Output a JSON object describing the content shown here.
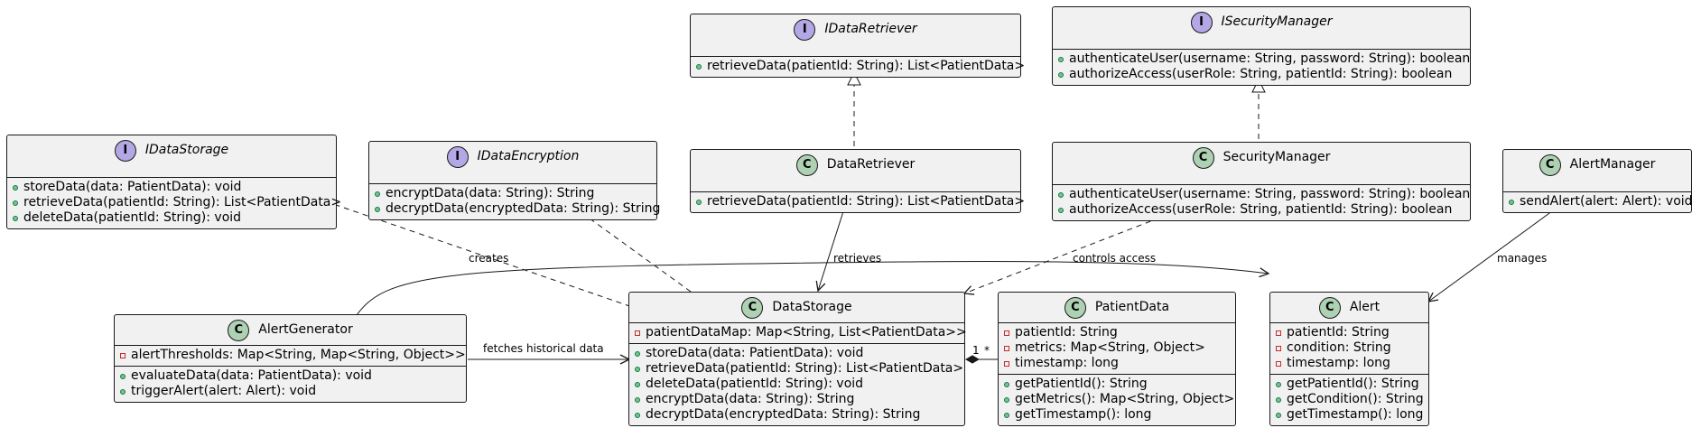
{
  "classes": {
    "IDataRetriever": {
      "name": "IDataRetriever",
      "stereotype": "I",
      "attributes": [],
      "methods": [
        {
          "vis": "public",
          "text": "retrieveData(patientId: String): List<PatientData>"
        }
      ]
    },
    "ISecurityManager": {
      "name": "ISecurityManager",
      "stereotype": "I",
      "attributes": [],
      "methods": [
        {
          "vis": "public",
          "text": "authenticateUser(username: String, password: String): boolean"
        },
        {
          "vis": "public",
          "text": "authorizeAccess(userRole: String, patientId: String): boolean"
        }
      ]
    },
    "IDataStorage": {
      "name": "IDataStorage",
      "stereotype": "I",
      "attributes": [],
      "methods": [
        {
          "vis": "public",
          "text": "storeData(data: PatientData): void"
        },
        {
          "vis": "public",
          "text": "retrieveData(patientId: String): List<PatientData>"
        },
        {
          "vis": "public",
          "text": "deleteData(patientId: String): void"
        }
      ]
    },
    "IDataEncryption": {
      "name": "IDataEncryption",
      "stereotype": "I",
      "attributes": [],
      "methods": [
        {
          "vis": "public",
          "text": "encryptData(data: String): String"
        },
        {
          "vis": "public",
          "text": "decryptData(encryptedData: String): String"
        }
      ]
    },
    "DataRetriever": {
      "name": "DataRetriever",
      "stereotype": "C",
      "attributes": [],
      "methods": [
        {
          "vis": "public",
          "text": "retrieveData(patientId: String): List<PatientData>"
        }
      ]
    },
    "SecurityManager": {
      "name": "SecurityManager",
      "stereotype": "C",
      "attributes": [],
      "methods": [
        {
          "vis": "public",
          "text": "authenticateUser(username: String, password: String): boolean"
        },
        {
          "vis": "public",
          "text": "authorizeAccess(userRole: String, patientId: String): boolean"
        }
      ]
    },
    "AlertManager": {
      "name": "AlertManager",
      "stereotype": "C",
      "attributes": [],
      "methods": [
        {
          "vis": "public",
          "text": "sendAlert(alert: Alert): void"
        }
      ]
    },
    "AlertGenerator": {
      "name": "AlertGenerator",
      "stereotype": "C",
      "attributes": [
        {
          "vis": "private",
          "text": "alertThresholds: Map<String, Map<String, Object>>"
        }
      ],
      "methods": [
        {
          "vis": "public",
          "text": "evaluateData(data: PatientData): void"
        },
        {
          "vis": "public",
          "text": "triggerAlert(alert: Alert): void"
        }
      ]
    },
    "DataStorage": {
      "name": "DataStorage",
      "stereotype": "C",
      "attributes": [
        {
          "vis": "private",
          "text": "patientDataMap: Map<String, List<PatientData>>"
        }
      ],
      "methods": [
        {
          "vis": "public",
          "text": "storeData(data: PatientData): void"
        },
        {
          "vis": "public",
          "text": "retrieveData(patientId: String): List<PatientData>"
        },
        {
          "vis": "public",
          "text": "deleteData(patientId: String): void"
        },
        {
          "vis": "public",
          "text": "encryptData(data: String): String"
        },
        {
          "vis": "public",
          "text": "decryptData(encryptedData: String): String"
        }
      ]
    },
    "PatientData": {
      "name": "PatientData",
      "stereotype": "C",
      "attributes": [
        {
          "vis": "private",
          "text": "patientId: String"
        },
        {
          "vis": "private",
          "text": "metrics: Map<String, Object>"
        },
        {
          "vis": "private",
          "text": "timestamp: long"
        }
      ],
      "methods": [
        {
          "vis": "public",
          "text": "getPatientId(): String"
        },
        {
          "vis": "public",
          "text": "getMetrics(): Map<String, Object>"
        },
        {
          "vis": "public",
          "text": "getTimestamp(): long"
        }
      ]
    },
    "Alert": {
      "name": "Alert",
      "stereotype": "C",
      "attributes": [
        {
          "vis": "private",
          "text": "patientId: String"
        },
        {
          "vis": "private",
          "text": "condition: String"
        },
        {
          "vis": "private",
          "text": "timestamp: long"
        }
      ],
      "methods": [
        {
          "vis": "public",
          "text": "getPatientId(): String"
        },
        {
          "vis": "public",
          "text": "getCondition(): String"
        },
        {
          "vis": "public",
          "text": "getTimestamp(): long"
        }
      ]
    }
  },
  "relations": {
    "creates": "creates",
    "retrieves": "retrieves",
    "controls_access": "controls access",
    "manages": "manages",
    "fetches_historical_data": "fetches historical data",
    "multiplicity_one": "1",
    "multiplicity_many": "*"
  },
  "colors": {
    "class_fill": "#f1f1f1",
    "border": "#181818",
    "class_badge": "#add1b2",
    "interface_badge": "#b4a7e5",
    "public_marker": "#84be84",
    "private_marker": "#c82930"
  }
}
